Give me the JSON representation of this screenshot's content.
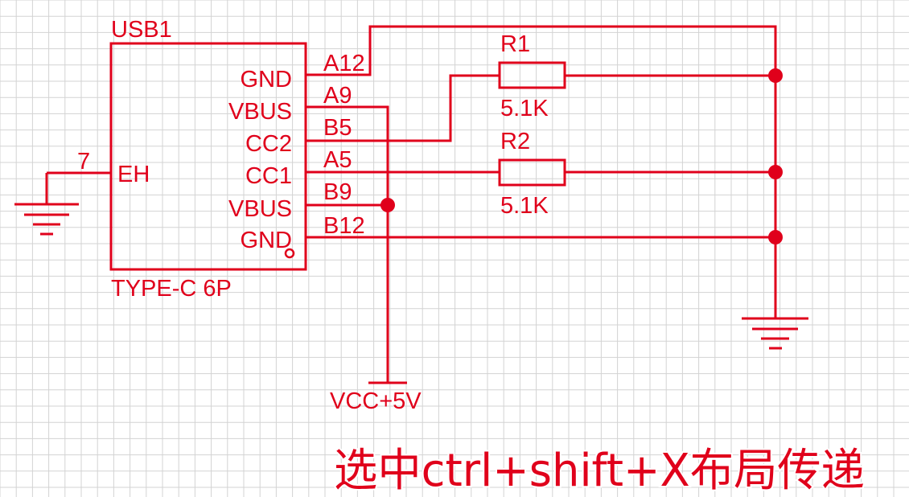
{
  "component": {
    "designator": "USB1",
    "value": "TYPE-C 6P",
    "left_pin": {
      "number": "7",
      "name": "EH"
    },
    "pins": [
      {
        "name": "GND",
        "number": "A12"
      },
      {
        "name": "VBUS",
        "number": "A9"
      },
      {
        "name": "CC2",
        "number": "B5"
      },
      {
        "name": "CC1",
        "number": "A5"
      },
      {
        "name": "VBUS",
        "number": "B9"
      },
      {
        "name": "GND",
        "number": "B12"
      }
    ]
  },
  "resistors": [
    {
      "designator": "R1",
      "value": "5.1K"
    },
    {
      "designator": "R2",
      "value": "5.1K"
    }
  ],
  "power_port": {
    "label": "VCC+5V"
  },
  "caption": "选中ctrl+shift+X布局传递",
  "colors": {
    "wire": "#e0001b",
    "grid": "#d3d3d3",
    "background": "#ffffff"
  }
}
